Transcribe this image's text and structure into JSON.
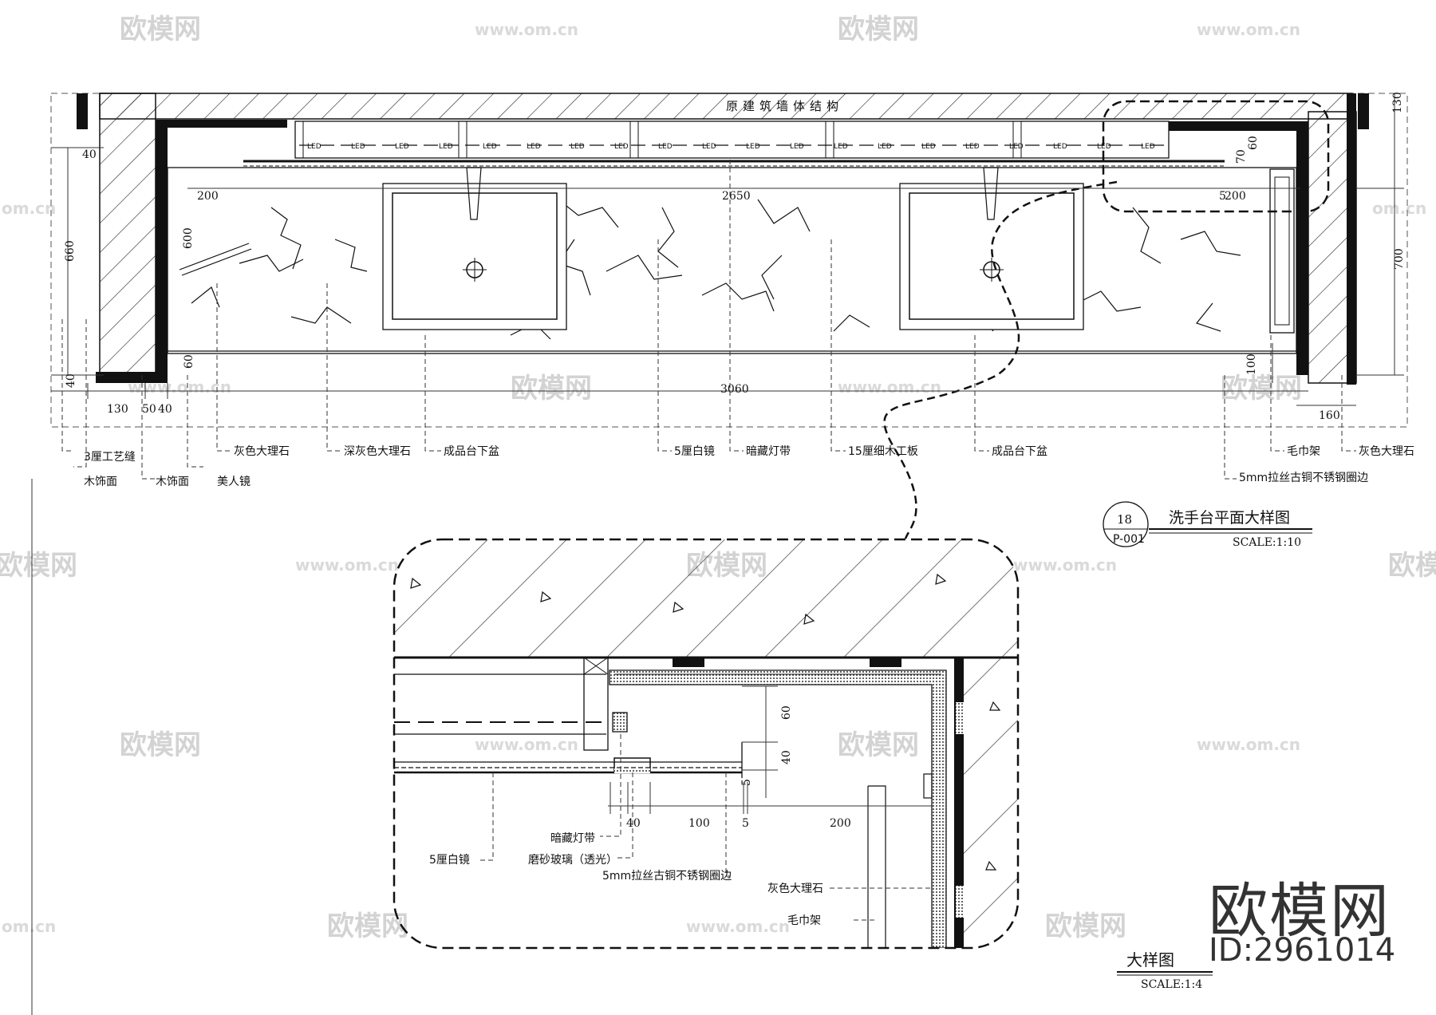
{
  "watermark": {
    "brand": "欧模网",
    "url": "www.om.cn",
    "url_short": "om.cn"
  },
  "plan": {
    "structure_label": "原建筑墙体结构",
    "dims": {
      "top_130": "130",
      "left_40": "40",
      "left_200": "200",
      "mid_2650": "2650",
      "right_200": "200",
      "left_660": "660",
      "left_600": "600",
      "left_60": "60",
      "left_40b": "40",
      "bot_130": "130",
      "bot_50": "50",
      "bot_40": "40",
      "total_3060": "3060",
      "right_700": "700",
      "right_100": "100",
      "right_160": "160",
      "right_60": "60",
      "right_5": "5",
      "mirror_70": "70"
    },
    "led": "LED",
    "callouts_row1": [
      "灰色大理石",
      "深灰色大理石",
      "成品台下盆",
      "5厘白镜",
      "暗藏灯带",
      "15厘细木工板",
      "成品台下盆",
      "毛巾架",
      "灰色大理石"
    ],
    "callout_3mm": "3厘工艺缝",
    "callout_wood1": "木饰面",
    "callout_wood2": "木饰面",
    "callout_mirror": "美人镜",
    "callout_steel": "5mm拉丝古铜不锈钢圈边"
  },
  "title_block": {
    "number": "18",
    "sheet": "P-001",
    "title": "洗手台平面大样图",
    "scale": "SCALE:1:10"
  },
  "detail": {
    "title": "大样图",
    "scale": "SCALE:1:4",
    "dims": {
      "d60": "60",
      "d40": "40",
      "d5a": "5",
      "d40b": "40",
      "d100": "100",
      "d5b": "5",
      "d200": "200"
    },
    "labels": {
      "light": "暗藏灯带",
      "glass": "磨砂玻璃（透光）",
      "mirror": "5厘白镜",
      "steel": "5mm拉丝古铜不锈钢圈边",
      "marble": "灰色大理石",
      "towel": "毛巾架"
    }
  },
  "brand_mark": {
    "name": "欧模网",
    "id": "ID:2961014"
  }
}
